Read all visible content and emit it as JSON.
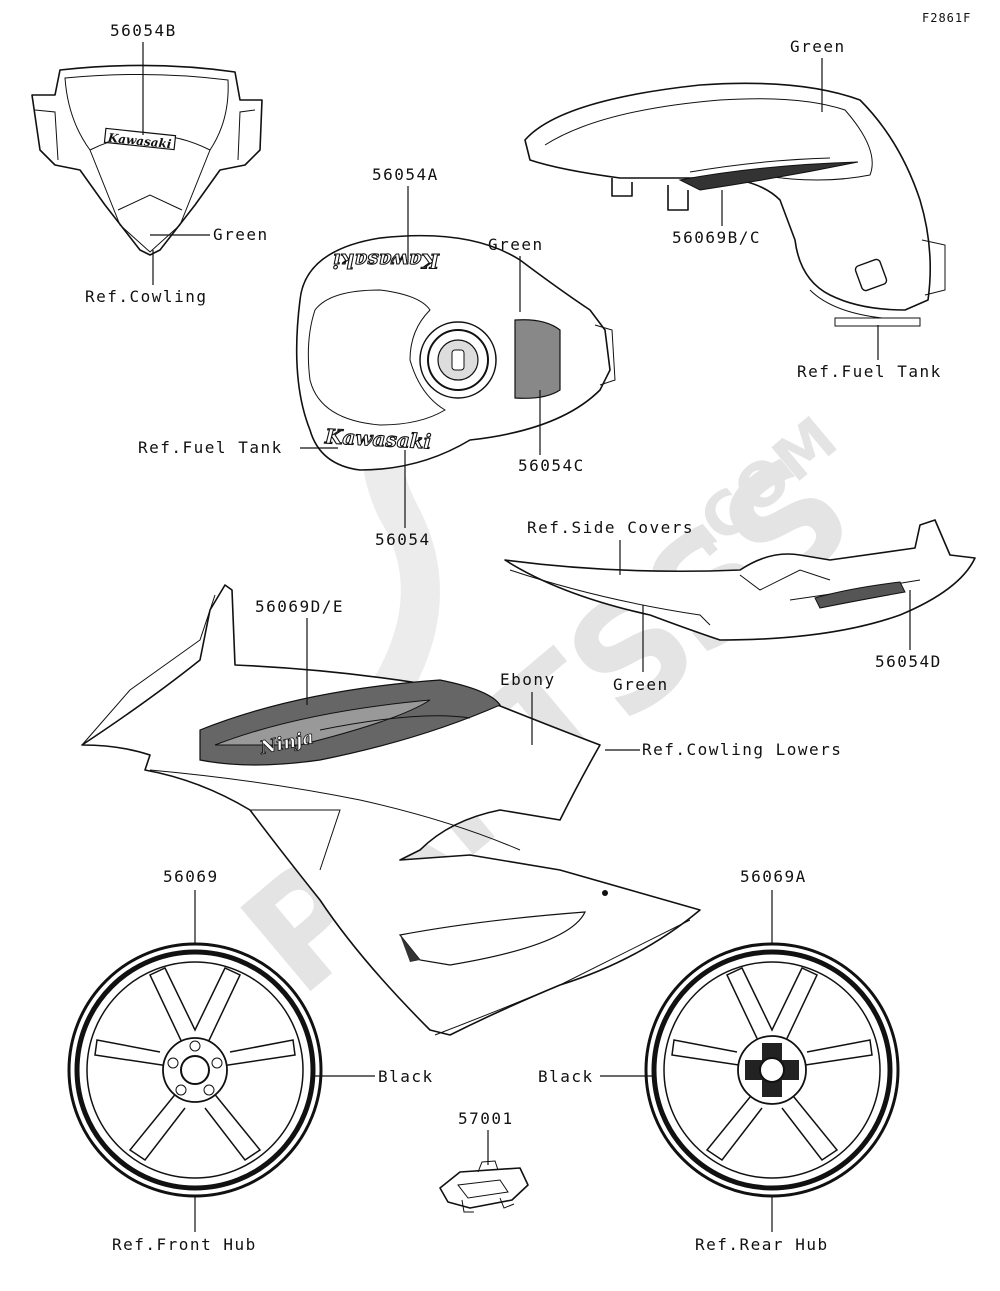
{
  "figure_code": "F2861F",
  "watermark": {
    "main": "PARTSSS",
    "suffix": ".COM"
  },
  "graphics": {
    "logo_text": "Kawasaki",
    "ninja_text": "Ninja"
  },
  "labels": {
    "p56054B": "56054B",
    "green_cowling": "Green",
    "ref_cowling": "Ref.Cowling",
    "p56054A": "56054A",
    "green_tank": "Green",
    "ref_fuel_tank_left": "Ref.Fuel Tank",
    "p56054C": "56054C",
    "p56054": "56054",
    "green_tank_right": "Green",
    "p56069BC": "56069B/C",
    "ref_fuel_tank_right": "Ref.Fuel Tank",
    "ref_side_covers": "Ref.Side Covers",
    "green_side": "Green",
    "p56054D": "56054D",
    "p56069DE": "56069D/E",
    "ebony": "Ebony",
    "ref_cowling_lowers": "Ref.Cowling Lowers",
    "p56069": "56069",
    "black_front": "Black",
    "ref_front_hub": "Ref.Front Hub",
    "p56069A": "56069A",
    "black_rear": "Black",
    "ref_rear_hub": "Ref.Rear Hub",
    "p57001": "57001"
  }
}
